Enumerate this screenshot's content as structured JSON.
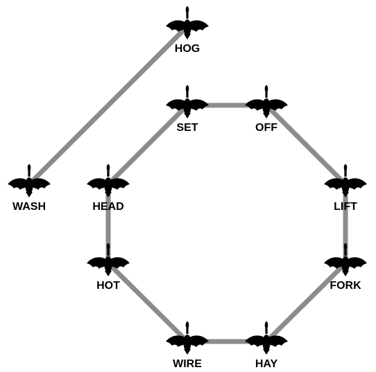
{
  "colors": {
    "background": "#ffffff",
    "edge": "#8c8c8c",
    "bird": "#000000",
    "label": "#000000"
  },
  "icon": "flying-bird-icon",
  "nodes": [
    {
      "id": "hog",
      "label": "HOG"
    },
    {
      "id": "wash",
      "label": "WASH"
    },
    {
      "id": "set",
      "label": "SET"
    },
    {
      "id": "off",
      "label": "OFF"
    },
    {
      "id": "head",
      "label": "HEAD"
    },
    {
      "id": "lift",
      "label": "LIFT"
    },
    {
      "id": "hot",
      "label": "HOT"
    },
    {
      "id": "fork",
      "label": "FORK"
    },
    {
      "id": "wire",
      "label": "WIRE"
    },
    {
      "id": "hay",
      "label": "HAY"
    }
  ],
  "edges": [
    [
      "hog",
      "wash"
    ],
    [
      "set",
      "off"
    ],
    [
      "off",
      "lift"
    ],
    [
      "lift",
      "fork"
    ],
    [
      "fork",
      "hay"
    ],
    [
      "hay",
      "wire"
    ],
    [
      "wire",
      "hot"
    ],
    [
      "hot",
      "head"
    ],
    [
      "head",
      "set"
    ]
  ]
}
